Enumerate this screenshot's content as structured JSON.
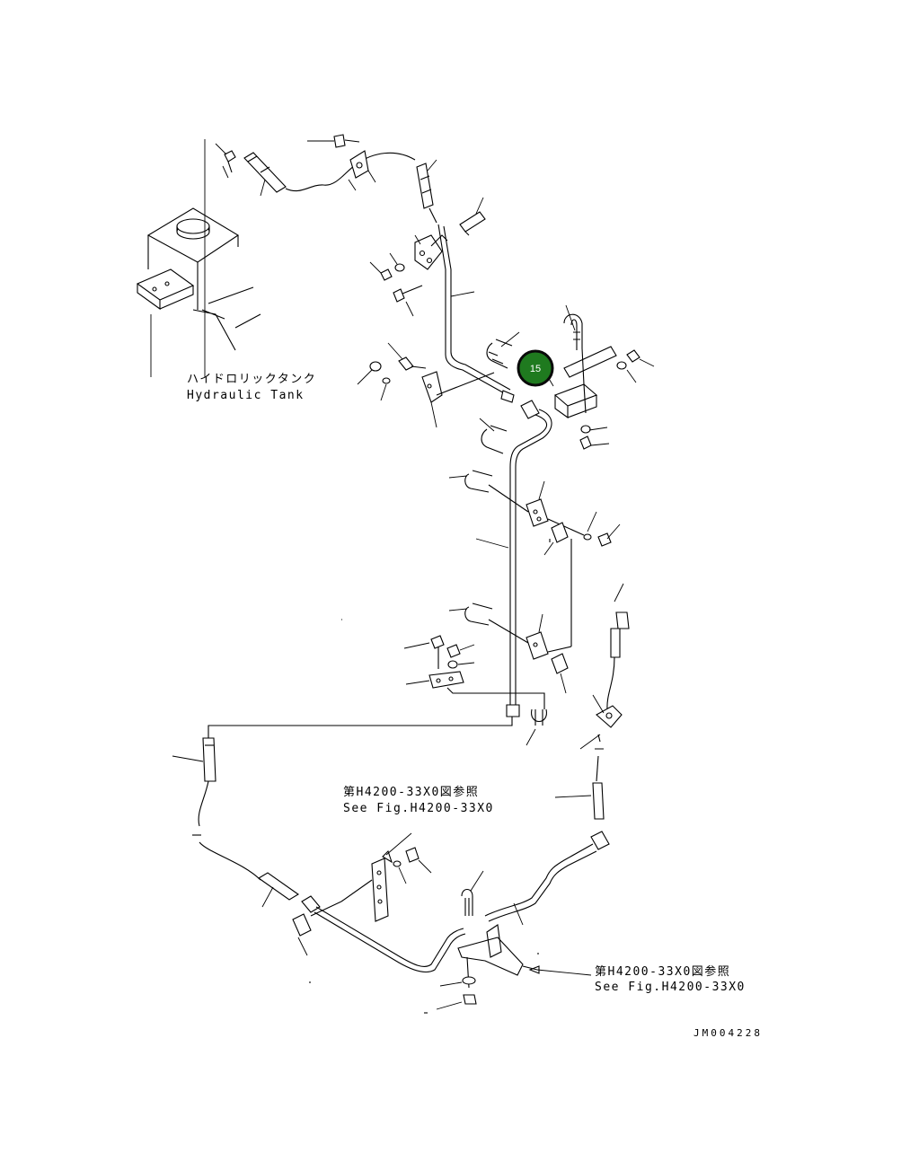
{
  "tank_label": {
    "ja": "ハイドロリックタンク",
    "en": "Hydraulic Tank"
  },
  "ref_upper": {
    "ja": "第H4200-33X0図参照",
    "en": "See Fig.H4200-33X0"
  },
  "ref_lower": {
    "ja": "第H4200-33X0図参照",
    "en": "See Fig.H4200-33X0"
  },
  "callout": {
    "number": "15",
    "color": "#1f7a1f",
    "border": "#0a0a0a"
  },
  "drawing_id": "JM004228"
}
